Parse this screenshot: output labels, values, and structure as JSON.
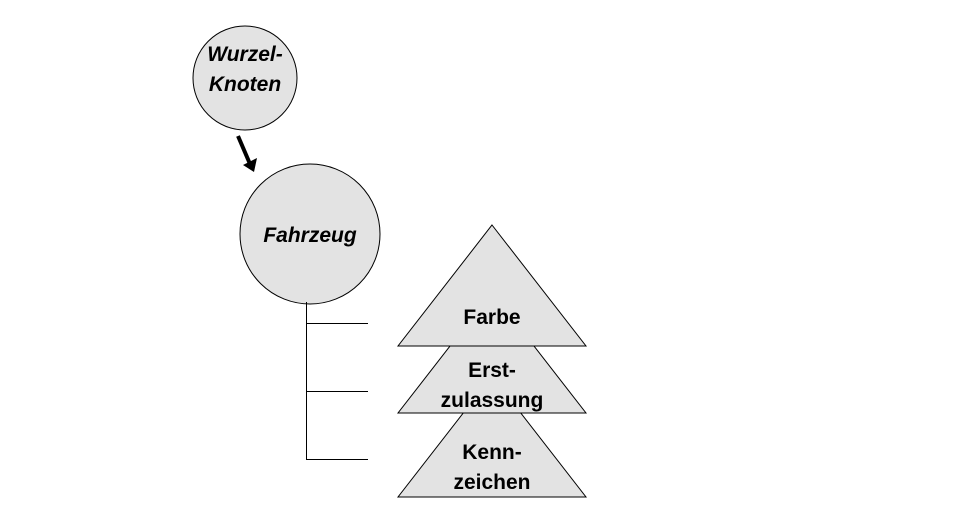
{
  "root": {
    "lines": [
      "Wurzel-",
      "Knoten"
    ]
  },
  "entity": {
    "label": "Fahrzeug"
  },
  "attributes": [
    {
      "lines": [
        "Farbe"
      ]
    },
    {
      "lines": [
        "Erst-",
        "zulassung"
      ]
    },
    {
      "lines": [
        "Kenn-",
        "zeichen"
      ]
    }
  ],
  "colors": {
    "fill": "#e3e3e3",
    "stroke": "#000000"
  }
}
